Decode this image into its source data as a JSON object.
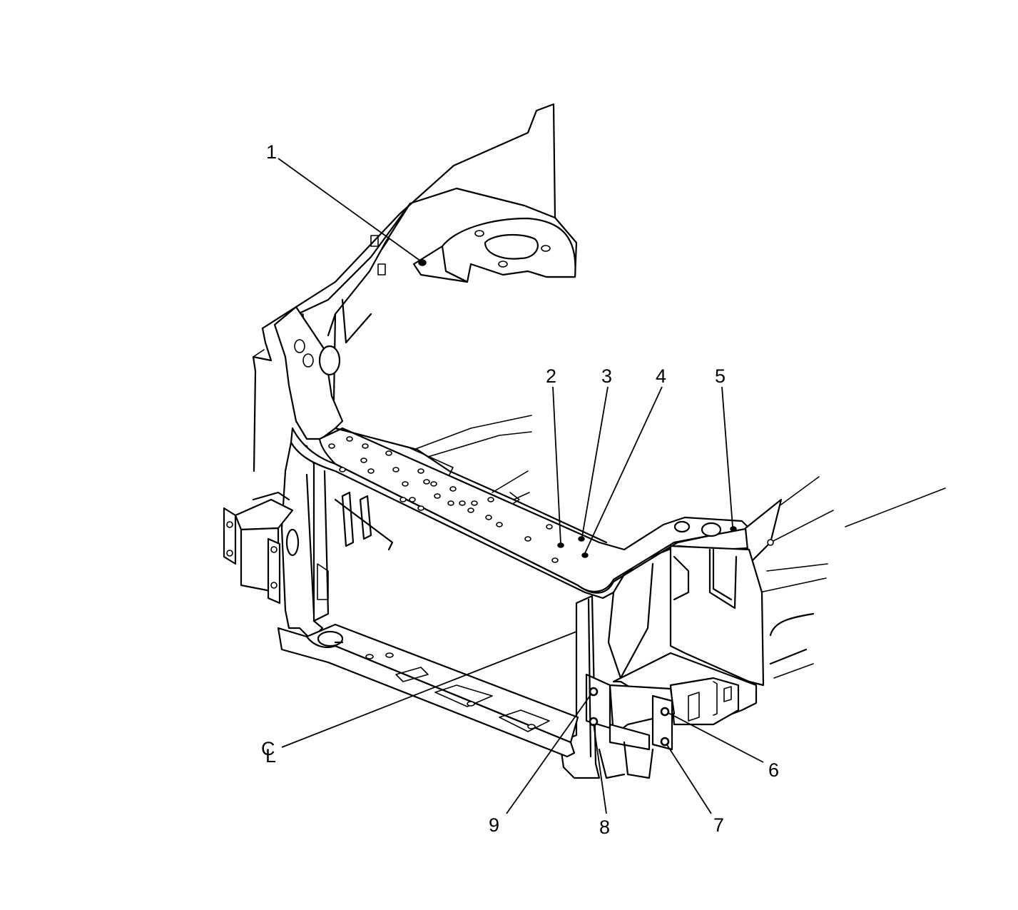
{
  "callouts": [
    {
      "id": "1",
      "label": "1"
    },
    {
      "id": "2",
      "label": "2"
    },
    {
      "id": "3",
      "label": "3"
    },
    {
      "id": "4",
      "label": "4"
    },
    {
      "id": "5",
      "label": "5"
    },
    {
      "id": "6",
      "label": "6"
    },
    {
      "id": "7",
      "label": "7"
    },
    {
      "id": "8",
      "label": "8"
    },
    {
      "id": "9",
      "label": "9"
    }
  ],
  "centerline": {
    "symbol_top": "C",
    "symbol_bottom": "L"
  }
}
